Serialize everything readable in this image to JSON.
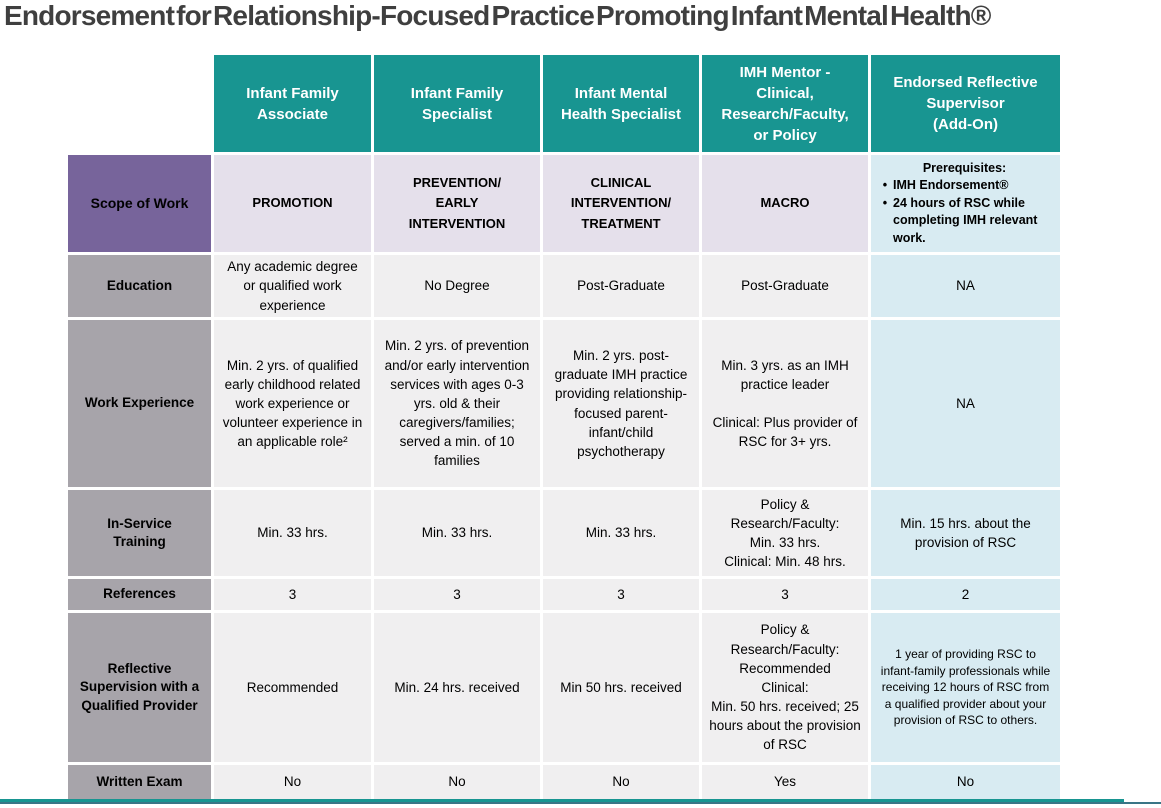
{
  "title": "Endorsement for Relationship-Focused Practice Promoting Infant Mental Health®",
  "bullet_char": "•",
  "colors": {
    "teal_header": "#189591",
    "purple_header": "#77649B",
    "lavender_cell": "#E5E0EB",
    "light_blue_cell": "#D8EBF2",
    "gray_row_header": "#A7A4AA",
    "body_cell_gray": "#F0EFF0",
    "title_text": "#3F3F3F"
  },
  "table": {
    "column_headers": [
      "Infant Family\nAssociate",
      "Infant Family\nSpecialist",
      "Infant Mental\nHealth Specialist",
      "IMH Mentor -\nClinical,\nResearch/Faculty,\nor Policy",
      "Endorsed Reflective\nSupervisor\n(Add-On)"
    ],
    "rows": [
      {
        "header": "Scope of Work",
        "cells": [
          "PROMOTION",
          "PREVENTION/\nEARLY\nINTERVENTION",
          "CLINICAL\nINTERVENTION/\nTREATMENT",
          "MACRO"
        ],
        "prereq": {
          "heading": "Prerequisites:",
          "bullets": [
            "IMH Endorsement®",
            "24 hours of RSC while completing IMH relevant work."
          ]
        }
      },
      {
        "header": "Education",
        "cells": [
          "Any academic degree or qualified work experience",
          "No Degree",
          "Post-Graduate",
          "Post-Graduate",
          "NA"
        ]
      },
      {
        "header": "Work Experience",
        "cells": [
          "Min. 2 yrs. of qualified early childhood related work experience or volunteer experience in an applicable role²",
          "Min. 2 yrs. of prevention and/or early intervention services with ages 0-3 yrs. old & their caregivers/families; served a min. of 10 families",
          "Min. 2 yrs. post-graduate IMH practice providing relationship-focused parent-infant/child psychotherapy",
          "Min. 3 yrs. as an IMH practice leader\n\nClinical: Plus provider of RSC for 3+ yrs.",
          "NA"
        ]
      },
      {
        "header": "In-Service\nTraining",
        "cells": [
          "Min. 33 hrs.",
          "Min. 33 hrs.",
          "Min. 33 hrs.",
          "Policy & Research/Faculty:\nMin. 33 hrs.\nClinical: Min. 48 hrs.",
          "Min. 15 hrs. about the provision of RSC"
        ]
      },
      {
        "header": "References",
        "cells": [
          "3",
          "3",
          "3",
          "3",
          "2"
        ]
      },
      {
        "header": "Reflective Supervision with a Qualified Provider",
        "cells": [
          "Recommended",
          "Min. 24 hrs. received",
          "Min 50 hrs. received",
          "Policy & Research/Faculty:\nRecommended\nClinical:\nMin. 50 hrs. received; 25 hours about the provision of RSC",
          "1 year of providing RSC to infant-family professionals while receiving 12 hours of RSC from a qualified provider about your provision of RSC to others."
        ]
      },
      {
        "header": "Written Exam",
        "cells": [
          "No",
          "No",
          "No",
          "Yes",
          "No"
        ]
      }
    ]
  }
}
